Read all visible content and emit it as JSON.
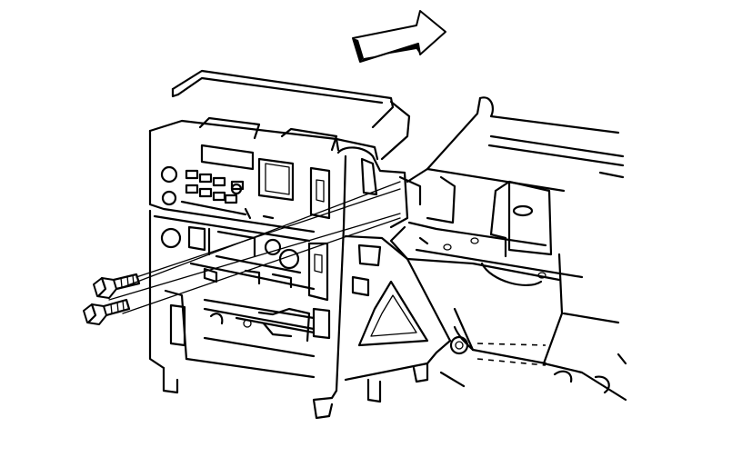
{
  "diagram": {
    "parts": [
      {
        "id": "direction-arrow",
        "icon": "arrow-right-icon"
      },
      {
        "id": "instrument-panel-surround"
      },
      {
        "id": "radio-receiver"
      },
      {
        "id": "climate-control-head"
      },
      {
        "id": "mounting-bracket"
      },
      {
        "id": "bolt-upper",
        "icon": "bolt-icon"
      },
      {
        "id": "bolt-lower",
        "icon": "bolt-icon"
      },
      {
        "id": "vehicle-body-structure"
      }
    ],
    "colors": {
      "ink": "#000000",
      "paper": "#ffffff"
    }
  }
}
